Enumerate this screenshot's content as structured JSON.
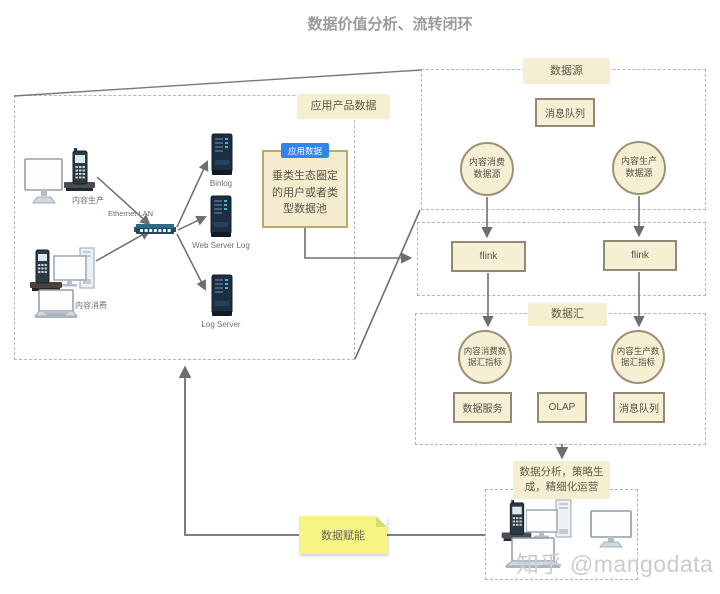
{
  "title": "数据价值分析、流转闭环",
  "watermark": "知乎 @mangodata",
  "app_box": {
    "title": "应用产品数据",
    "producer_label": "内容生产",
    "consumer_label": "内容消费",
    "lan_label": "Ethernet LAN",
    "server_binlog": "Binlog",
    "server_weblog": "Web Server Log",
    "server_logserver": "Log Server",
    "note_tab": "应用数据",
    "note_text": "垂类生态圈定的用户或者类型数据池"
  },
  "source_box": {
    "title": "数据源",
    "queue": "消息队列",
    "consumer_circle": "内容消费数据源",
    "producer_circle": "内容生产数据源"
  },
  "process": {
    "flink_left": "flink",
    "flink_right": "flink"
  },
  "sink_box": {
    "title": "数据汇",
    "consumer_circle": "内容消费数据汇指标",
    "producer_circle": "内容生产数据汇指标",
    "service_1": "数据服务",
    "service_2": "OLAP",
    "service_3": "消息队列"
  },
  "analysis_label": "数据分析，策略生成，精细化运营",
  "empower_label": "数据赋能",
  "colors": {
    "beige_fill": "#f6efd3",
    "box_border": "#8f8a76",
    "note_yellow": "#f6f483",
    "tab_blue": "#2f86ea",
    "line": "#6e6e6e",
    "dashed_border": "#b5b5b5"
  }
}
